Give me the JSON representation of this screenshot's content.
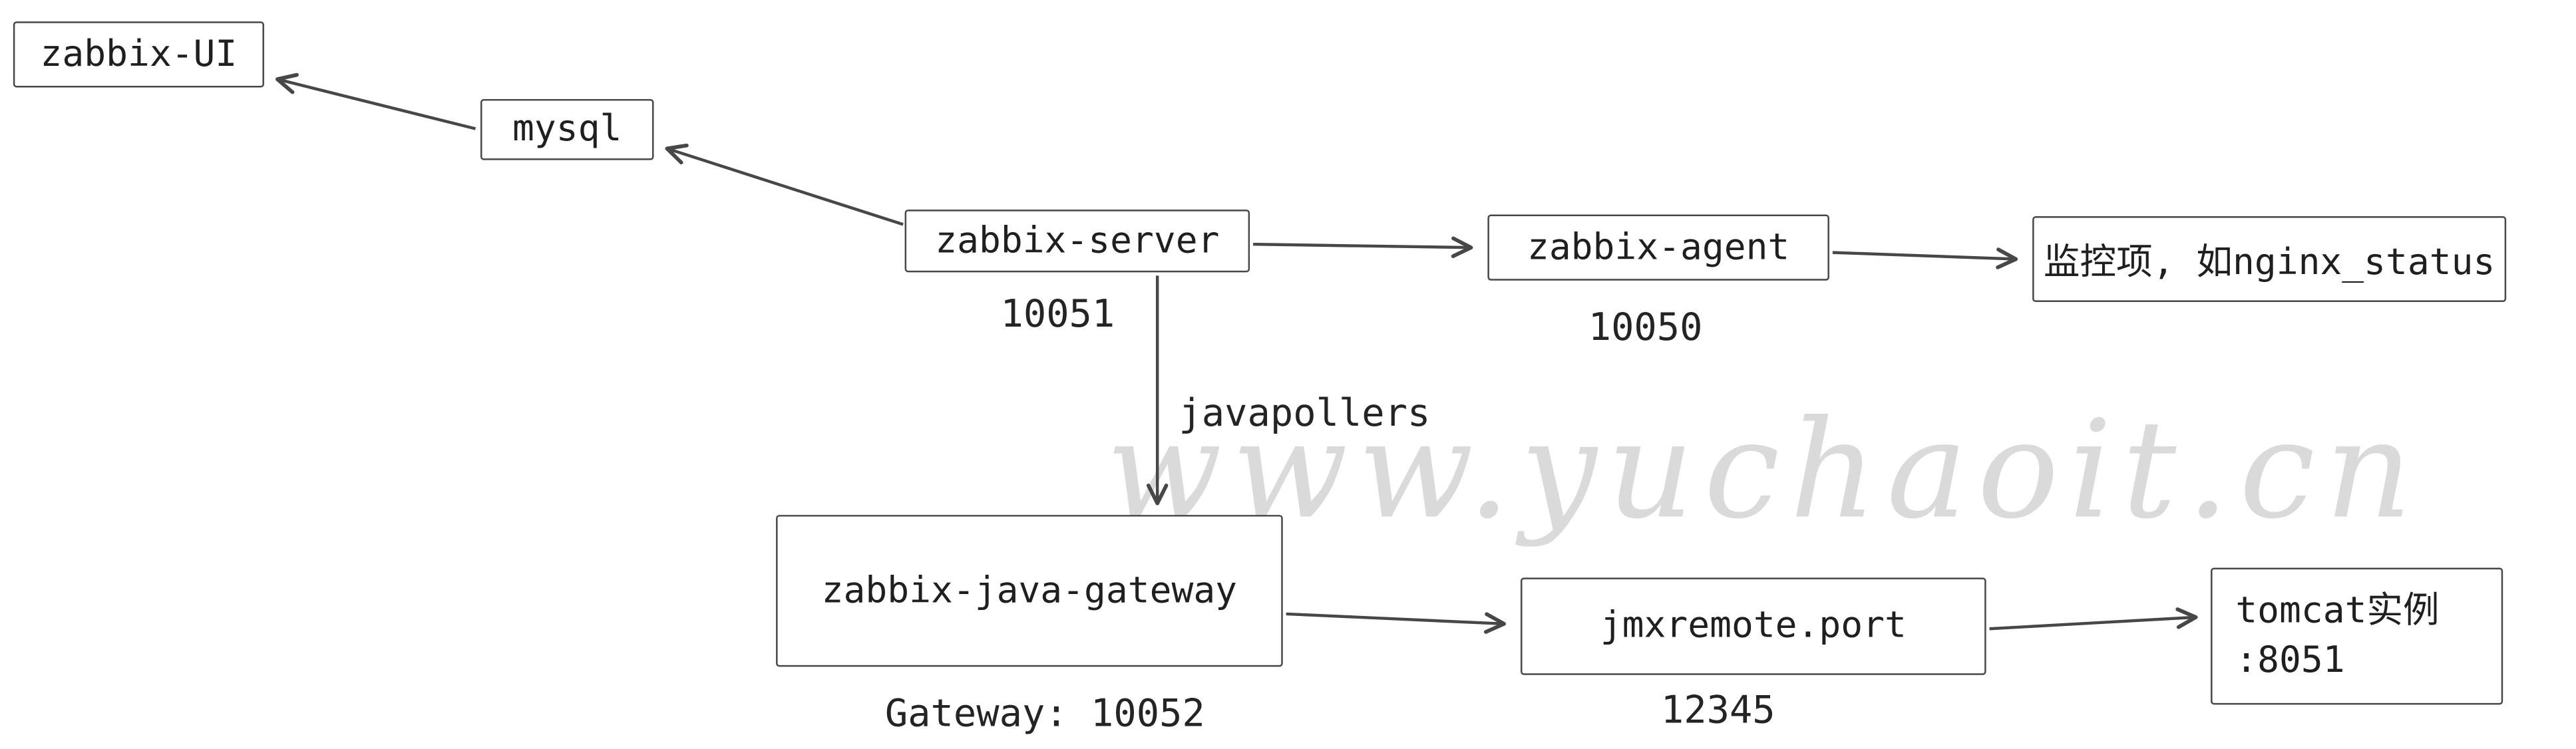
{
  "watermark": "www.yuchaoit.cn",
  "nodes": {
    "zabbix_ui": {
      "label": "zabbix-UI"
    },
    "mysql": {
      "label": "mysql"
    },
    "zabbix_server": {
      "label": "zabbix-server",
      "port": "10051"
    },
    "zabbix_agent": {
      "label": "zabbix-agent",
      "port": "10050"
    },
    "monitor_item": {
      "label": "监控项, 如nginx_status"
    },
    "java_gateway": {
      "label": "zabbix-java-gateway",
      "port": "Gateway: 10052"
    },
    "jmxremote_port": {
      "label": "jmxremote.port",
      "port": "12345"
    },
    "tomcat": {
      "label_line1": "tomcat实例",
      "label_line2": ":8051"
    }
  },
  "edge_labels": {
    "javapollers": "javapollers"
  },
  "colors": {
    "stroke": "#474747",
    "watermark": "#dadada"
  }
}
